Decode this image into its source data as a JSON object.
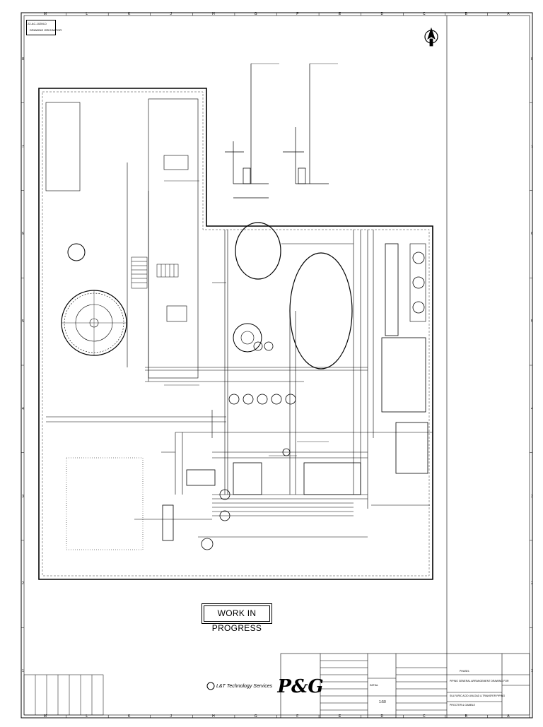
{
  "drawing": {
    "ref_box": "22-AC-102M-D",
    "ref_sub": "DRAWING ORIGINATOR",
    "wip_stamp": "WORK IN PROGRESS",
    "col_labels": [
      "M",
      "L",
      "K",
      "J",
      "H",
      "G",
      "F",
      "E",
      "D",
      "C",
      "B",
      "A"
    ],
    "row_labels": [
      "8",
      "7",
      "6",
      "5",
      "4",
      "3",
      "2",
      "1"
    ]
  },
  "title_block": {
    "client_logo": "P&G",
    "contractor": "L&T Technology Services",
    "drawing_title_1": "PIPING GENERAL ARRANGEMENT DRAWING FOR",
    "drawing_title_2": "SULFURIC ACID UNLOAD & TRANSFER PIPING",
    "client_name": "PROCTER & GAMBLE",
    "scale": "1:50",
    "status": "INITIAL",
    "location": "PHASE1"
  }
}
